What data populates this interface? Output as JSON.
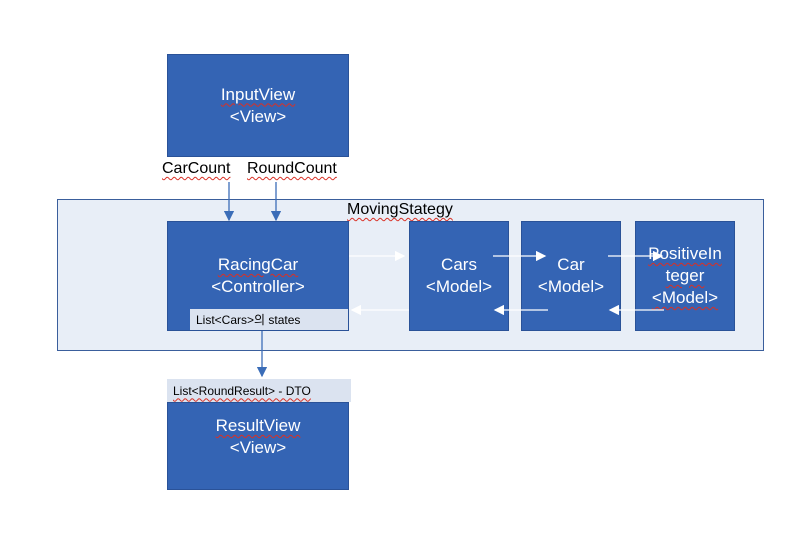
{
  "diagram": {
    "input_view": {
      "title": "InputView",
      "stereotype": "<View>"
    },
    "labels": {
      "car_count": "CarCount",
      "round_count": "RoundCount",
      "moving_strategy": "MovingStategy"
    },
    "racing_car": {
      "title": "RacingCar",
      "stereotype": "<Controller>",
      "note": "List<Cars>의 states"
    },
    "cars": {
      "title": "Cars",
      "stereotype": "<Model>"
    },
    "car": {
      "title": "Car",
      "stereotype": "<Model>"
    },
    "positive_integer": {
      "title_line1": "PositiveIn",
      "title_line2": "teger",
      "stereotype": "<Model>"
    },
    "result_view": {
      "title": "ResultView",
      "stereotype": "<View>",
      "note": "List<RoundResult>  - DTO"
    },
    "colors": {
      "box_fill": "#3464b4",
      "frame_fill": "#e8eef7",
      "frame_border": "#3a5e9c",
      "arrow": "#3b6db8"
    }
  }
}
